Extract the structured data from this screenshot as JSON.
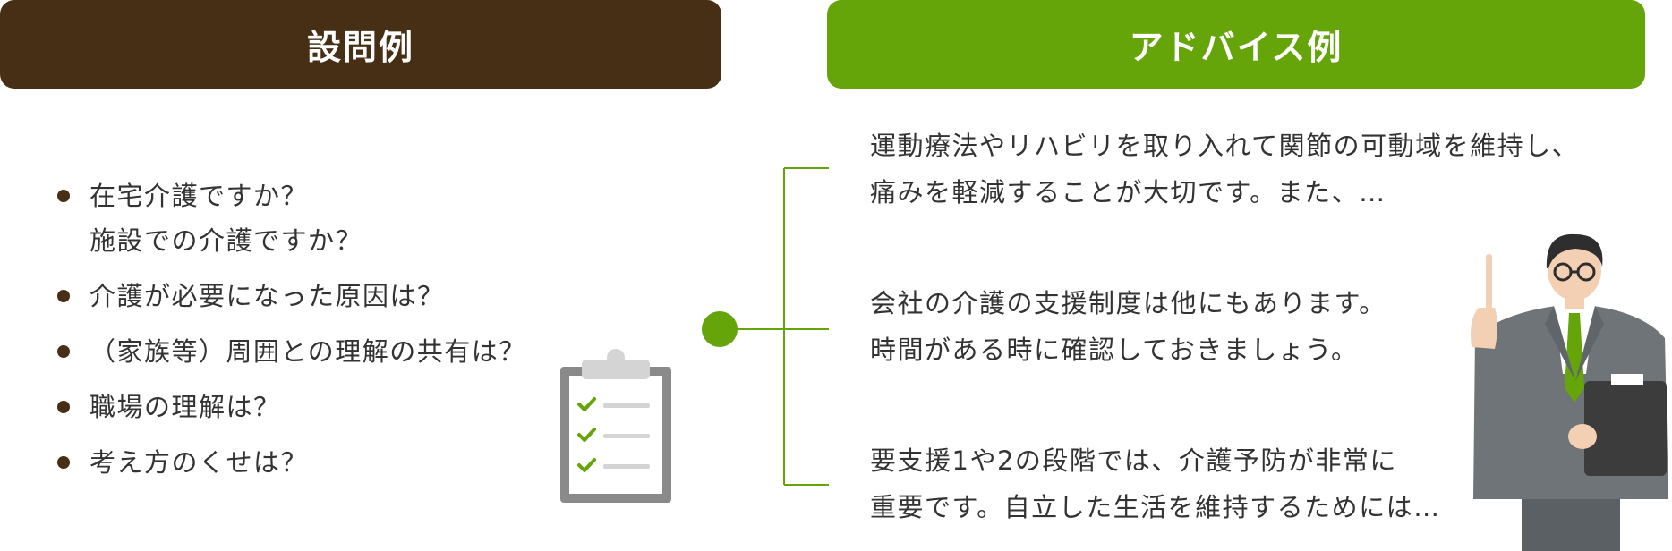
{
  "headers": {
    "left": "設問例",
    "right": "アドバイス例"
  },
  "questions": [
    {
      "lines": [
        "在宅介護ですか？",
        "施設での介護ですか？"
      ]
    },
    {
      "lines": [
        "介護が必要になった原因は？"
      ]
    },
    {
      "lines": [
        "（家族等）周囲との理解の共有は？"
      ]
    },
    {
      "lines": [
        "職場の理解は？"
      ]
    },
    {
      "lines": [
        "考え方のくせは？"
      ]
    }
  ],
  "advice": [
    {
      "lines": [
        "運動療法やリハビリを取り入れて関節の可動域を維持し、",
        "痛みを軽減することが大切です。また、…"
      ]
    },
    {
      "lines": [
        "会社の介護の支援制度は他にもあります。",
        "時間がある時に確認しておきましょう。"
      ]
    },
    {
      "lines": [
        "要支援1や2の段階では、介護予防が非常に",
        "重要です。自立した生活を維持するためには…"
      ]
    }
  ],
  "colors": {
    "brown": "#462f14",
    "green": "#66a50a",
    "text": "#333333",
    "clipboard_frame": "#8a8a8a",
    "suit": "#6e7478"
  },
  "icons": [
    "clipboard-checklist-icon",
    "presenter-person-icon"
  ]
}
